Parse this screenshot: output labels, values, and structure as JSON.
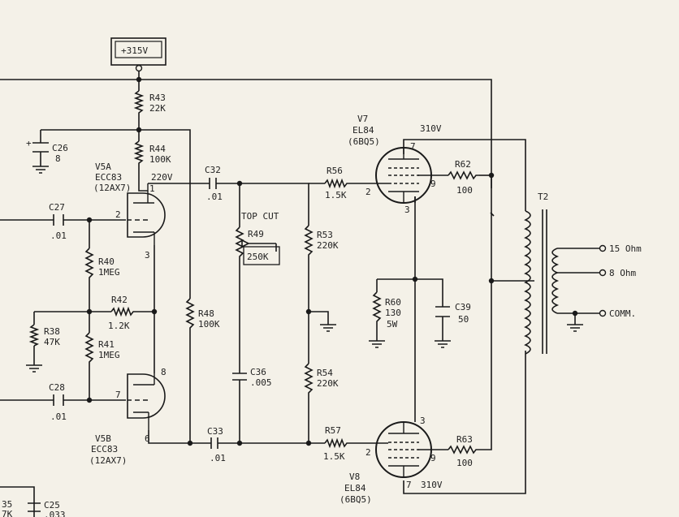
{
  "supply": {
    "label": "+315V"
  },
  "labels": {
    "r43": "R43",
    "r43v": "22K",
    "r44": "R44",
    "r44v": "100K",
    "c26": "C26",
    "c26v": "8",
    "c26p": "+",
    "v5a": "V5A",
    "v5at": "ECC83",
    "v5ae": "(12AX7)",
    "v220": "220V",
    "c32": "C32",
    "c32v": ".01",
    "c27": "C27",
    "c27v": ".01",
    "p1": "1",
    "p2": "2",
    "p3": "3",
    "p6": "6",
    "p7": "7",
    "p8": "8",
    "r40": "R40",
    "r40v": "1MEG",
    "r42": "R42",
    "r42v": "1.2K",
    "r41": "R41",
    "r41v": "1MEG",
    "r38": "R38",
    "r38v": "47K",
    "c28": "C28",
    "c28v": ".01",
    "v5b": "V5B",
    "v5bt": "ECC83",
    "v5be": "(12AX7)",
    "r48": "R48",
    "r48v": "100K",
    "topcut": "TOP CUT",
    "r49": "R49",
    "r49v": "250K",
    "c36": "C36",
    "c36v": ".005",
    "c33": "C33",
    "c33v": ".01",
    "r53": "R53",
    "r53v": "220K",
    "r54": "R54",
    "r54v": "220K",
    "r56": "R56",
    "r56v": "1.5K",
    "r57": "R57",
    "r57v": "1.5K",
    "v7": "V7",
    "v7t": "EL84",
    "v7e": "(6BQ5)",
    "v310a": "310V",
    "v7p7": "7",
    "v7p2": "2",
    "v7p9": "9",
    "v7p3": "3",
    "v8": "V8",
    "v8t": "EL84",
    "v8e": "(6BQ5)",
    "v310b": "310V",
    "v8p3": "3",
    "v8p2": "2",
    "v8p9": "9",
    "v8p7": "7",
    "r62": "R62",
    "r62v": "100",
    "r63": "R63",
    "r63v": "100",
    "r60": "R60",
    "r60v": "130",
    "r60w": "5W",
    "c39": "C39",
    "c39v": "50",
    "t2": "T2",
    "o15": "15 Ohm",
    "o8": "8 Ohm",
    "ocom": "COMM.",
    "c25": "C25",
    "c25v": ".033",
    "r35": "35",
    "r35v": "7K"
  }
}
